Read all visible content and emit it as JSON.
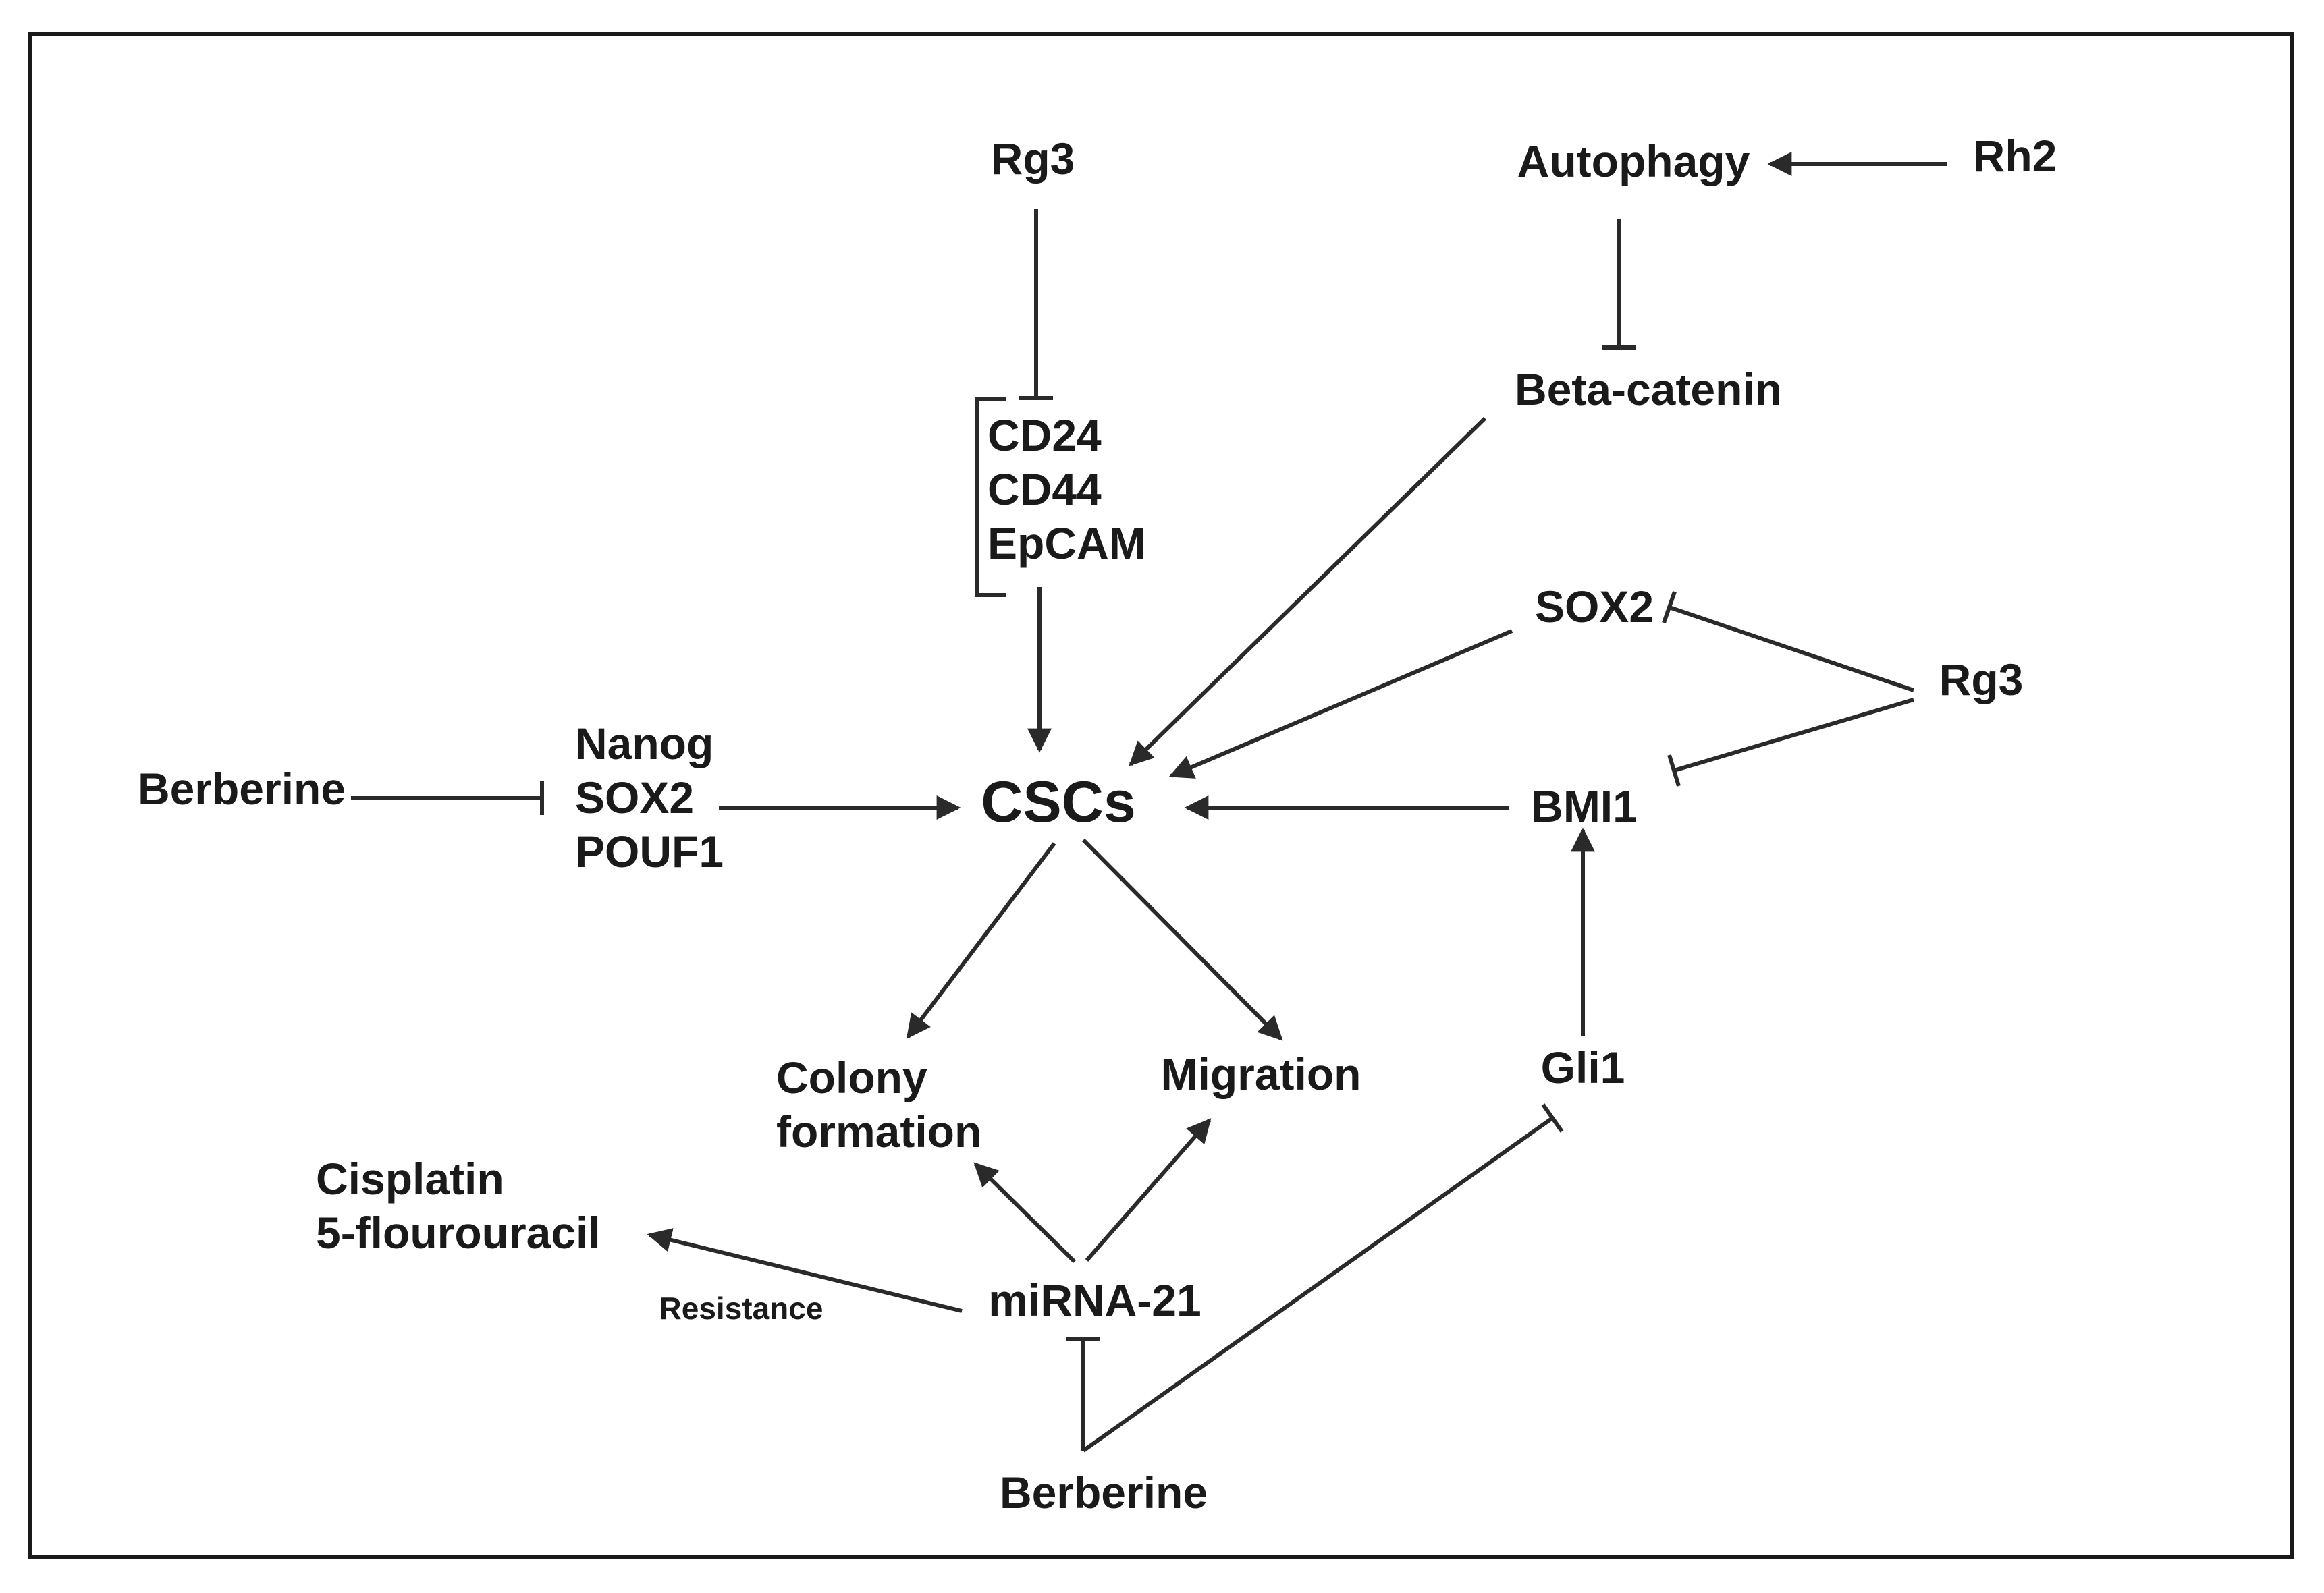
{
  "nodes": {
    "rg3_top": "Rg3",
    "autophagy": "Autophagy",
    "rh2": "Rh2",
    "beta_catenin": "Beta-catenin",
    "markers": [
      "CD24",
      "CD44",
      "EpCAM"
    ],
    "sox2_right": "SOX2",
    "rg3_right": "Rg3",
    "berberine_left": "Berberine",
    "tf_group": [
      "Nanog",
      "SOX2",
      "POUF1"
    ],
    "cscs": "CSCs",
    "bmi1": "BMI1",
    "colony_formation": [
      "Colony",
      "formation"
    ],
    "migration": "Migration",
    "gli1": "Gli1",
    "drugs": [
      "Cisplatin",
      "5-flourouracil"
    ],
    "resistance": "Resistance",
    "mirna21": "miRNA-21",
    "berberine_bottom": "Berberine"
  },
  "edges": [
    {
      "from": "Rg3",
      "to": "CD24 / CD44 / EpCAM",
      "type": "inhibits"
    },
    {
      "from": "CD24 / CD44 / EpCAM",
      "to": "CSCs",
      "type": "activates"
    },
    {
      "from": "Rh2",
      "to": "Autophagy",
      "type": "activates"
    },
    {
      "from": "Autophagy",
      "to": "Beta-catenin",
      "type": "inhibits"
    },
    {
      "from": "Beta-catenin",
      "to": "CSCs",
      "type": "activates"
    },
    {
      "from": "SOX2",
      "to": "CSCs",
      "type": "activates"
    },
    {
      "from": "Rg3",
      "to": "SOX2",
      "type": "inhibits"
    },
    {
      "from": "Rg3",
      "to": "BMI1",
      "type": "inhibits"
    },
    {
      "from": "BMI1",
      "to": "CSCs",
      "type": "activates"
    },
    {
      "from": "Gli1",
      "to": "BMI1",
      "type": "activates"
    },
    {
      "from": "Berberine",
      "to": "Nanog / SOX2 / POUF1",
      "type": "inhibits"
    },
    {
      "from": "Nanog / SOX2 / POUF1",
      "to": "CSCs",
      "type": "activates"
    },
    {
      "from": "CSCs",
      "to": "Colony formation",
      "type": "activates"
    },
    {
      "from": "CSCs",
      "to": "Migration",
      "type": "activates"
    },
    {
      "from": "miRNA-21",
      "to": "Colony formation",
      "type": "activates"
    },
    {
      "from": "miRNA-21",
      "to": "Migration",
      "type": "activates"
    },
    {
      "from": "miRNA-21",
      "to": "Cisplatin / 5-flourouracil",
      "type": "activates",
      "label": "Resistance"
    },
    {
      "from": "Berberine",
      "to": "miRNA-21",
      "type": "inhibits"
    },
    {
      "from": "Berberine",
      "to": "Gli1",
      "type": "inhibits"
    }
  ],
  "colors": {
    "stroke": "#2a2a2a",
    "text": "#1a1a1a",
    "frame": "#1a1a1a",
    "background": "#ffffff"
  }
}
